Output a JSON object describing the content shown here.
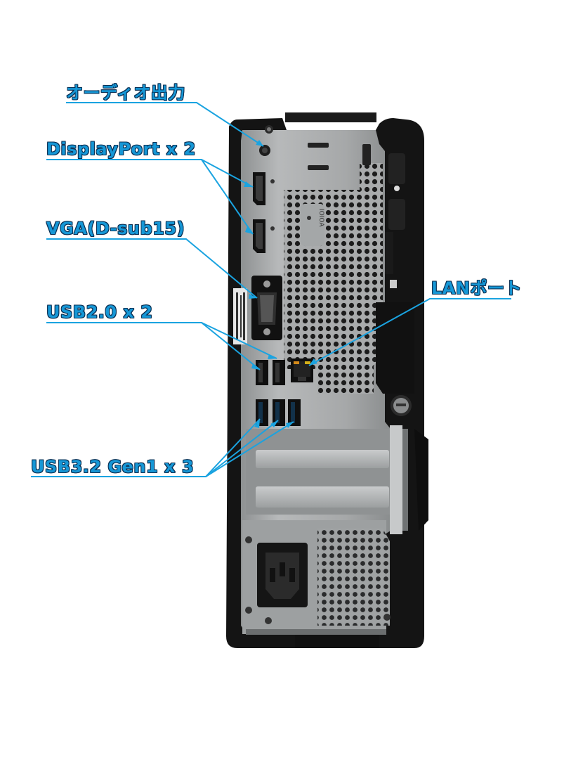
{
  "callouts": {
    "audio_out": "オーディオ出力",
    "displayport": "DisplayPort x 2",
    "vga": "VGA(D-sub15)",
    "usb2": "USB2.0 x 2",
    "lan": "LANポート",
    "usb3": "USB3.2 Gen1 x 3"
  },
  "panel_text": {
    "vent_mark": "IOIOA"
  },
  "colors": {
    "callout_text": "#1697d6",
    "callout_outline": "#0b2f52",
    "callout_line": "#1aa3e0",
    "case_black": "#151515",
    "panel_metal": "#aeb0b1"
  }
}
